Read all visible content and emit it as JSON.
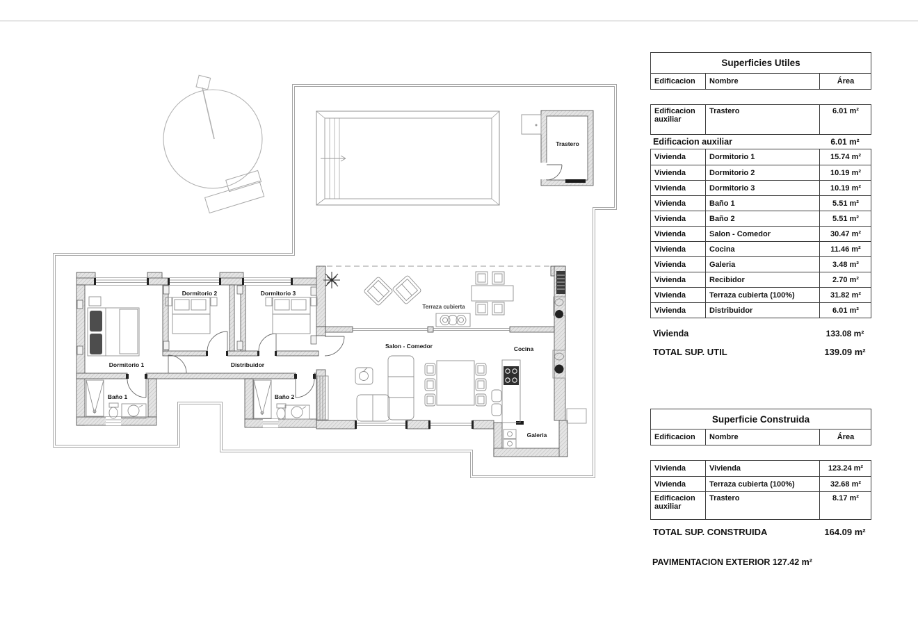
{
  "plan": {
    "labels": {
      "dormitorio1": "Dormitorio 1",
      "dormitorio2": "Dormitorio 2",
      "dormitorio3": "Dormitorio 3",
      "distribuidor": "Distribuidor",
      "bano1": "Baño 1",
      "bano2": "Baño 2",
      "salon": "Salon - Comedor",
      "cocina": "Cocina",
      "galeria": "Galeria",
      "terraza": "Terraza cubierta",
      "trastero": "Trastero"
    }
  },
  "tables": {
    "utiles": {
      "title": "Superficies Utiles",
      "col_edificacion": "Edificacion",
      "col_nombre": "Nombre",
      "col_area": "Área",
      "aux_rows": [
        {
          "edificacion": "Edificacion auxiliar",
          "nombre": "Trastero",
          "area": "6.01 m²"
        }
      ],
      "aux_subtotal": {
        "label": "Edificacion auxiliar",
        "area": "6.01 m²"
      },
      "rows": [
        {
          "edificacion": "Vivienda",
          "nombre": "Dormitorio 1",
          "area": "15.74 m²"
        },
        {
          "edificacion": "Vivienda",
          "nombre": "Dormitorio 2",
          "area": "10.19 m²"
        },
        {
          "edificacion": "Vivienda",
          "nombre": "Dormitorio 3",
          "area": "10.19 m²"
        },
        {
          "edificacion": "Vivienda",
          "nombre": "Baño 1",
          "area": "5.51 m²"
        },
        {
          "edificacion": "Vivienda",
          "nombre": "Baño 2",
          "area": "5.51 m²"
        },
        {
          "edificacion": "Vivienda",
          "nombre": "Salon - Comedor",
          "area": "30.47 m²"
        },
        {
          "edificacion": "Vivienda",
          "nombre": "Cocina",
          "area": "11.46 m²"
        },
        {
          "edificacion": "Vivienda",
          "nombre": "Galeria",
          "area": "3.48 m²"
        },
        {
          "edificacion": "Vivienda",
          "nombre": "Recibidor",
          "area": "2.70 m²"
        },
        {
          "edificacion": "Vivienda",
          "nombre": "Terraza cubierta (100%)",
          "area": "31.82 m²"
        },
        {
          "edificacion": "Vivienda",
          "nombre": "Distribuidor",
          "area": "6.01 m²"
        }
      ],
      "viv_subtotal": {
        "label": "Vivienda",
        "area": "133.08 m²"
      },
      "total": {
        "label": "TOTAL SUP. UTIL",
        "area": "139.09 m²"
      }
    },
    "construida": {
      "title": "Superficie Construida",
      "col_edificacion": "Edificacion",
      "col_nombre": "Nombre",
      "col_area": "Área",
      "rows": [
        {
          "edificacion": "Vivienda",
          "nombre": "Vivienda",
          "area": "123.24 m²"
        },
        {
          "edificacion": "Vivienda",
          "nombre": "Terraza cubierta (100%)",
          "area": "32.68 m²"
        },
        {
          "edificacion": "Edificacion auxiliar",
          "nombre": "Trastero",
          "area": "8.17 m²"
        }
      ],
      "total": {
        "label": "TOTAL SUP. CONSTRUIDA",
        "area": "164.09 m²"
      }
    },
    "footer": "PAVIMENTACION EXTERIOR 127.42 m²"
  }
}
